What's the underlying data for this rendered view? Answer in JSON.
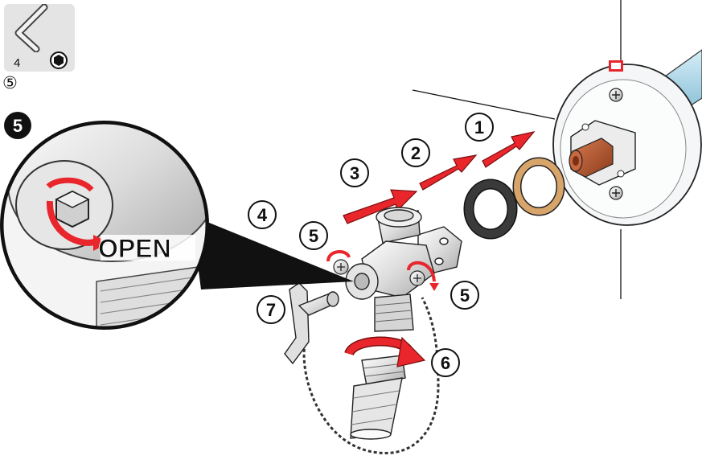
{
  "tool": {
    "size_label": "4",
    "step_reference": "⑤"
  },
  "detail": {
    "step_badge": "5",
    "open_label": "OPEN"
  },
  "steps": [
    {
      "id": "1",
      "label": "1"
    },
    {
      "id": "2",
      "label": "2"
    },
    {
      "id": "3",
      "label": "3"
    },
    {
      "id": "4",
      "label": "4"
    },
    {
      "id": "5a",
      "label": "5"
    },
    {
      "id": "5b",
      "label": "5"
    },
    {
      "id": "6",
      "label": "6"
    },
    {
      "id": "7",
      "label": "7"
    }
  ],
  "colors": {
    "arrow_red": "#e8262c",
    "copper": "#b5532e",
    "pipe_blue": "#b6dcea",
    "brass_ring": "#d7a46a",
    "rubber_ring": "#3a3a3a"
  },
  "icons": [
    "allen-key-icon",
    "hex-socket-icon",
    "rotate-arrow-icon",
    "push-arrow-icon"
  ]
}
